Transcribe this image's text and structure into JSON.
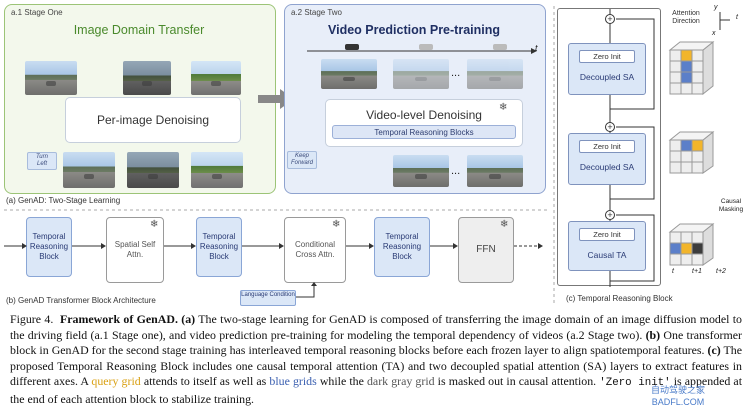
{
  "stage_one": {
    "tag": "a.1 Stage One",
    "title": "Image Domain Transfer",
    "denoise_label": "Per-image Denoising",
    "note": "Turn Left"
  },
  "arrow_between_stages": "→",
  "stage_two": {
    "tag": "a.2 Stage Two",
    "title": "Video Prediction Pre-training",
    "t_axis": "t",
    "ellipsis": "...",
    "denoise_label": "Video-level Denoising",
    "inner_bar": "Temporal Reasoning Blocks",
    "note": "Keep Forward"
  },
  "subfig_a_label": "(a) GenAD: Two-Stage Learning",
  "subfig_b_label": "(b) GenAD Transformer Block Architecture",
  "subfig_c_label": "(c) Temporal Reasoning Block",
  "blocks": [
    {
      "label": "Temporal Reasoning Block",
      "style": "blue"
    },
    {
      "label": "Spatial Self Attn.",
      "style": "white"
    },
    {
      "label": "Temporal Reasoning Block",
      "style": "blue"
    },
    {
      "label": "Conditional Cross Attn.",
      "style": "white"
    },
    {
      "label": "Temporal Reasoning Block",
      "style": "blue"
    },
    {
      "label": "FFN",
      "style": "gray"
    }
  ],
  "condition_label": "Language Condition",
  "snowflake": "❄",
  "temporal_block": {
    "zero_init": "Zero Init",
    "units": [
      "Decoupled SA",
      "Decoupled SA",
      "Causal TA"
    ]
  },
  "grid_labels": {
    "attention_direction": "Attention Direction",
    "causal_masking": "Causal Masking",
    "axis_y": "y",
    "axis_x": "x",
    "axis_t": "t",
    "time_ticks": [
      "t",
      "t+1",
      "t+2"
    ]
  },
  "colors": {
    "stage_one_bg": "#f3f8ec",
    "stage_two_bg": "#e8eef9",
    "block_blue": "#dbe7f7",
    "query_yellow": "#f2b52b",
    "query_blue": "#5b7fc9",
    "masked_gray": "#3c3c3c"
  },
  "caption": {
    "figure_no": "Figure 4.",
    "title": "Framework of GenAD.",
    "p1": "(a)",
    "t1": " The two-stage learning for GenAD is composed of transferring the image domain of an image diffusion model to the driving field (a.1 Stage one), and video prediction pre-training for modeling the temporal dependency of videos (a.2 Stage two). ",
    "p2": "(b)",
    "t2": " One transformer block in GenAD for the second stage training has interleaved temporal reasoning blocks before each frozen layer to align spatiotemporal features. ",
    "p3": "(c)",
    "t3": " The proposed Temporal Reasoning Block includes one causal temporal attention (TA) and two decoupled spatial attention (SA) layers to extract features in different axes. A ",
    "query": "query grid",
    "t4": " attends to itself as well as ",
    "blue_grid": "blue grids",
    "t5": " while the ",
    "dark": "dark gray grid",
    "t6": " is masked out in causal attention. ",
    "zero_init": "'Zero init'",
    "t7": " is appended at the end of each attention block to stabilize training."
  },
  "watermark": "自动驾驶之家 BADFL.COM"
}
